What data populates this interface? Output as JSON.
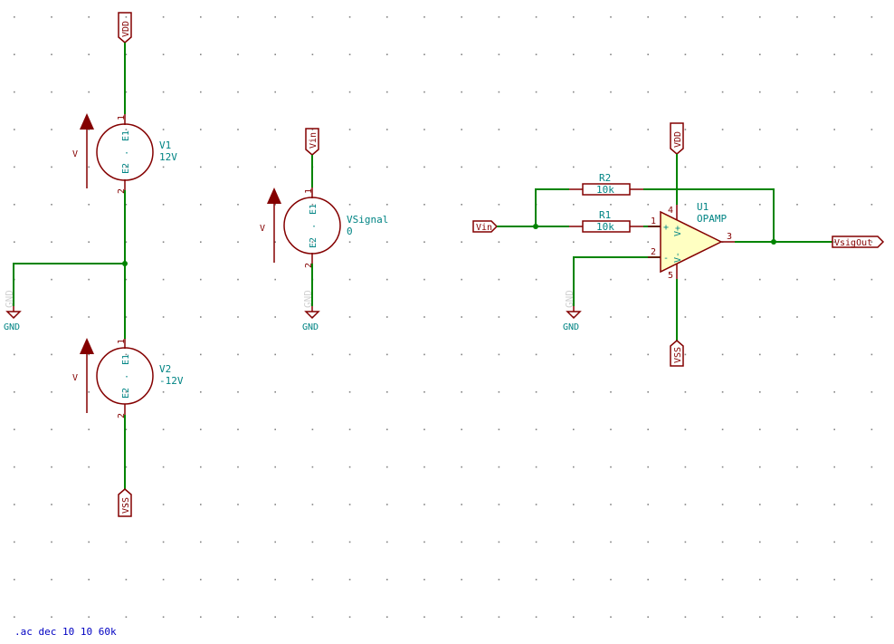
{
  "colors": {
    "wire": "#008400",
    "symbol": "#840000",
    "text": "#008484",
    "note": "#0000c2",
    "opamp_fill": "#ffffc2",
    "grid_dot": "#848484"
  },
  "labels": {
    "vdd_top": "VDD",
    "vss_bottom": "VSS",
    "vin_top": "Vin",
    "vdd_opamp": "VDD",
    "vss_opamp": "VSS",
    "vin_left": "Vin",
    "vsigout": "VsigOut"
  },
  "grounds": {
    "left": "GND",
    "signal": "GND",
    "opamp": "GND",
    "ghost": "GND"
  },
  "sources": {
    "v1": {
      "ref": "V1",
      "value": "12V",
      "pin_top": "1",
      "pin_bottom": "2",
      "e1": "E1",
      "e2": "E2",
      "dir": "V"
    },
    "v2": {
      "ref": "V2",
      "value": "-12V",
      "pin_top": "1",
      "pin_bottom": "2",
      "e1": "E1",
      "e2": "E2",
      "dir": "V"
    },
    "vsig": {
      "ref": "VSignal",
      "value": "0",
      "pin_top": "1",
      "pin_bottom": "2",
      "e1": "E1",
      "e2": "E2",
      "dir": "V"
    }
  },
  "resistors": {
    "r1": {
      "ref": "R1",
      "value": "10k"
    },
    "r2": {
      "ref": "R2",
      "value": "10k"
    }
  },
  "opamp": {
    "ref": "U1",
    "value": "OPAMP",
    "pin1": "1",
    "pin2": "2",
    "pin3": "3",
    "pin4": "4",
    "pin5": "5",
    "plus": "+",
    "minus": "-",
    "vplus": "V+",
    "vminus": "V-"
  },
  "sim_directive": ".ac dec 10 10 60k"
}
